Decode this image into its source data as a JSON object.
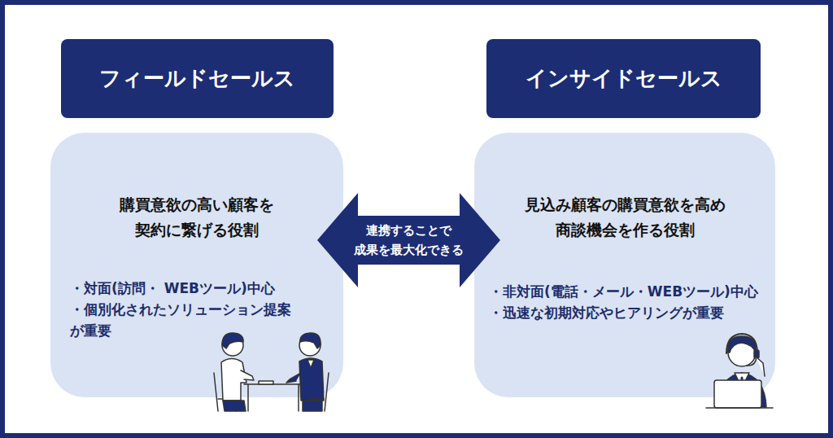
{
  "diagram": {
    "nodes": [
      {
        "text": [
          "フィールドセールス"
        ]
      },
      {
        "text": [
          "購買意欲の高い顧客を 契約に繋げる役割",
          "・対面(訪問・ WEBツール)中心",
          "・個別化されたソリューション提案 が重要"
        ]
      },
      {
        "text": [
          "インサイドセールス"
        ]
      },
      {
        "text": [
          "見込み顧客の購買意欲を高め 商談機会を作る役割",
          "・非対面(電話・メール・WEBツール)中心",
          "・迅速な初期対応やヒアリングが重要"
        ]
      }
    ],
    "edges": [
      {
        "from": 1,
        "to": 3,
        "arrow": "both",
        "label": "連携することで 成果を最大化できる"
      }
    ]
  }
}
